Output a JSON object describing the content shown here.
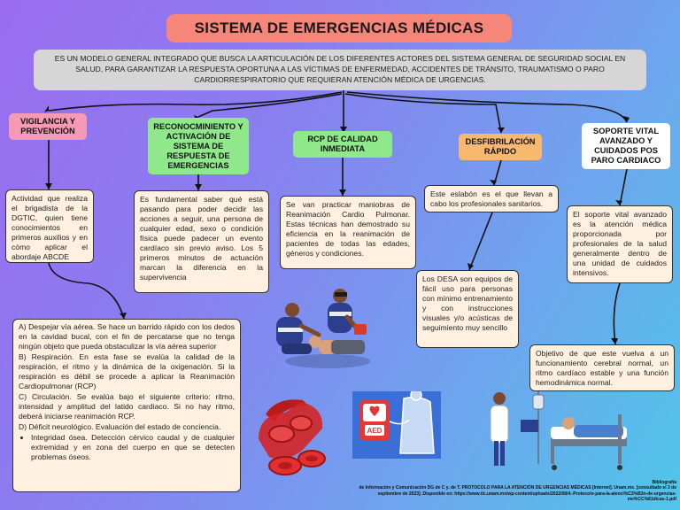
{
  "title": "SISTEMA DE EMERGENCIAS MÉDICAS",
  "intro": "ES UN MODELO GENERAL INTEGRADO QUE BUSCA LA ARTICULACIÓN DE LOS DIFERENTES ACTORES DEL SISTEMA GENERAL DE SEGURIDAD SOCIAL EN SALUD, PARA GARANTIZAR LA RESPUESTA OPORTUNA A LAS VÍCTIMAS DE ENFERMEDAD, ACCIDENTES DE TRÁNSITO, TRAUMATISMO O PARO CARDIORRESPIRATORIO QUE REQUIERAN ATENCIÓN MÉDICA DE URGENCIAS.",
  "headers": {
    "vigilancia": "VIGILANCIA Y PREVENCIÓN",
    "reconocimiento": "RECONOCMINIENTO Y ACTIVACIÓN DE SISTEMA DE RESPUESTA DE EMERGENCIAS",
    "rcp": "RCP DE CALIDAD INMEDIATA",
    "desfibrilacion": "DESFIBRILACIÓN RÁPIDO",
    "soporte": "SOPORTE VITAL AVANZADO Y CUIDADOS POS PARO CARDIACO"
  },
  "boxes": {
    "vigilancia": "Actividad que realiza el brigadista de la DGTIC, quien tiene conocimientos en primeros auxilios y en cómo aplicar el abordaje ABCDE",
    "reconocimiento": "Es fundamental saber qué está pasando para poder decidir las acciones a seguir, una persona de cualquier edad, sexo o condición física puede padecer un evento cardíaco sin previo aviso. Los 5 primeros minutos de actuación marcan la diferencia en la supervivencia",
    "rcp": "Se van practicar maniobras de Reanimación Cardio Pulmonar. Estas técnicas han demostrado su eficiencia en la reanimación de pacientes de todas las edades, géneros y condiciones.",
    "desfib_1": "Este eslabón es el que llevan a cabo los profesionales sanitarios.",
    "desfib_2": "Los DESA son equipos de fácil uso para personas con mínimo entrenamiento y con instrucciones visuales y/o acústicas de seguimiento muy sencillo",
    "soporte_1": "El soporte vital avanzado es la atención médica proporcionada por profesionales de la salud generalmente dentro de una unidad de cuidados intensivos.",
    "soporte_2": "Objetivo de que este vuelva a un funcionamiento cerebral normal, un ritmo cardíaco estable y una función hemodinámica normal."
  },
  "abcde": {
    "a": "A) Despejar vía aérea. Se hace un barrido rápido con los dedos en la cavidad bucal, con el fin de percatarse que no tenga ningún objeto que pueda obstaculizar la vía aérea superior",
    "b": "B) Respiración. En esta fase se evalúa la calidad de la respiración, el ritmo y la dinámica de la oxigenación. Si la respiración es débil se procede a aplicar la Reanimación Cardiopulmonar (RCP)",
    "c": "C) Circulación. Se evalúa bajo el siguiente criterio: ritmo, intensidad y amplitud del latido cardiaco. Si no hay ritmo, deberá iniciarse reanimación RCP.",
    "d": "D) Déficit neurológico. Evaluación del estado de conciencia.",
    "e": "Integridad ósea. Detección cérvico caudal y de cualquier extremidad y en zona del cuerpo en que se detecten problemas óseos."
  },
  "aed_label": "AED",
  "bibliography": {
    "heading": "Bibliografía",
    "text": "de Información y Comunicación DG de C y. de T. PROTOCOLO PARA LA ATENCIÓN DE URGENCIAS MÉDICAS [Internet]. Unam.mx. [consultado el 3 de septiembre de 2023]. Disponible en: https://www.tic.unam.mx/wp-content/uploads/2022/08/4.-Protocolo-para-la-atenci%C3%B3n-de-urgencias-me%CC%81dicas-1.pdf"
  },
  "colors": {
    "title_bg": "#f7867a",
    "pink_header": "#f49ab7",
    "green_header": "#8fe98a",
    "orange_header": "#f8b870",
    "box_bg": "#fff0e0",
    "intro_bg": "#d6d6d6"
  }
}
